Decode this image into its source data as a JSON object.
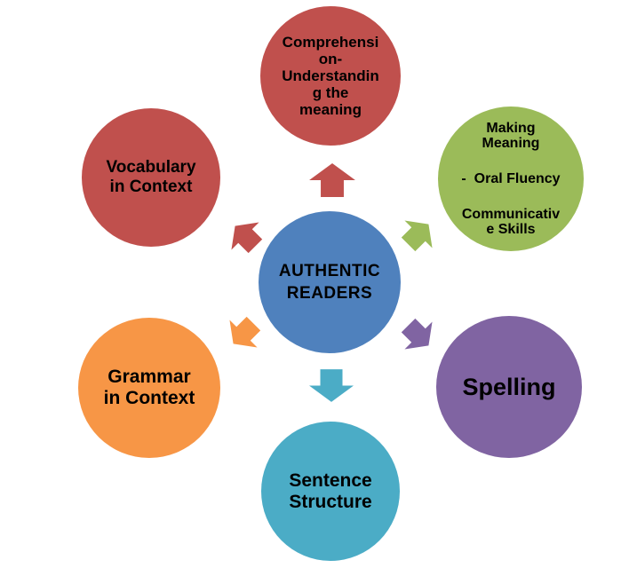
{
  "background": "#FFFFFF",
  "text_color": "#000000",
  "center": {
    "text": "AUTHENTIC\nREADERS",
    "color": "#4F81BD"
  },
  "nodes": {
    "comprehension": {
      "text": "Comprehensi\non-\nUnderstandin\ng the\nmeaning",
      "color": "#C0504D"
    },
    "vocabulary": {
      "text": "Vocabulary\nin Context",
      "color": "#C0504D"
    },
    "making_meaning": {
      "para1": "Making\nMeaning",
      "para2": "-  Oral Fluency",
      "para3": "Communicativ\ne Skills",
      "color": "#9BBB59"
    },
    "grammar": {
      "text": "Grammar\nin Context",
      "color": "#F79646"
    },
    "spelling": {
      "text": "Spelling",
      "color": "#8064A2"
    },
    "sentence": {
      "text": "Sentence\nStructure",
      "color": "#4BACC6"
    }
  },
  "arrows": {
    "up": {
      "direction": "up",
      "color": "#C0504D"
    },
    "up_left": {
      "direction": "up-left",
      "color": "#C0504D"
    },
    "up_right": {
      "direction": "up-right",
      "color": "#9BBB59"
    },
    "down_left": {
      "direction": "down-left",
      "color": "#F79646"
    },
    "down_right": {
      "direction": "down-right",
      "color": "#8064A2"
    },
    "down": {
      "direction": "down",
      "color": "#4BACC6"
    }
  }
}
